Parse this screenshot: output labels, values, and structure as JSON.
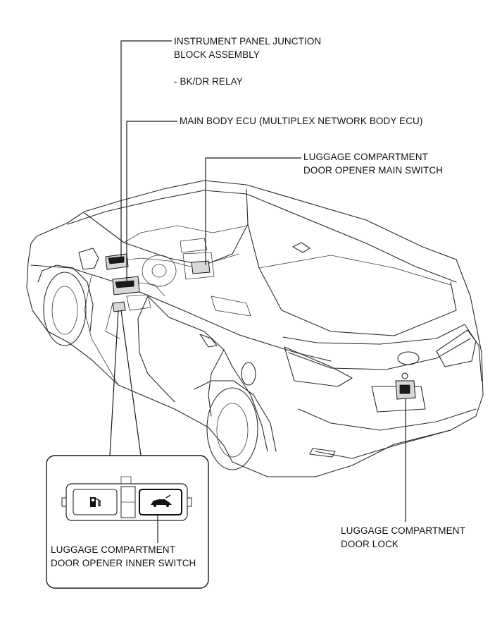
{
  "labels": {
    "junction_block": {
      "line1": "INSTRUMENT PANEL JUNCTION",
      "line2": "BLOCK ASSEMBLY",
      "relay": "- BK/DR RELAY"
    },
    "main_body_ecu": "MAIN BODY ECU (MULTIPLEX NETWORK BODY ECU)",
    "opener_main_switch": {
      "line1": "LUGGAGE COMPARTMENT",
      "line2": "DOOR OPENER MAIN SWITCH"
    },
    "door_lock": {
      "line1": "LUGGAGE COMPARTMENT",
      "line2": "DOOR LOCK"
    },
    "opener_inner_switch": {
      "line1": "LUGGAGE COMPARTMENT",
      "line2": "DOOR OPENER INNER SWITCH"
    }
  },
  "icons": {
    "fuel_button": "fuel-pump-icon",
    "trunk_button": "car-trunk-icon"
  },
  "colors": {
    "line": "#1a1a1a",
    "background": "#ffffff"
  }
}
